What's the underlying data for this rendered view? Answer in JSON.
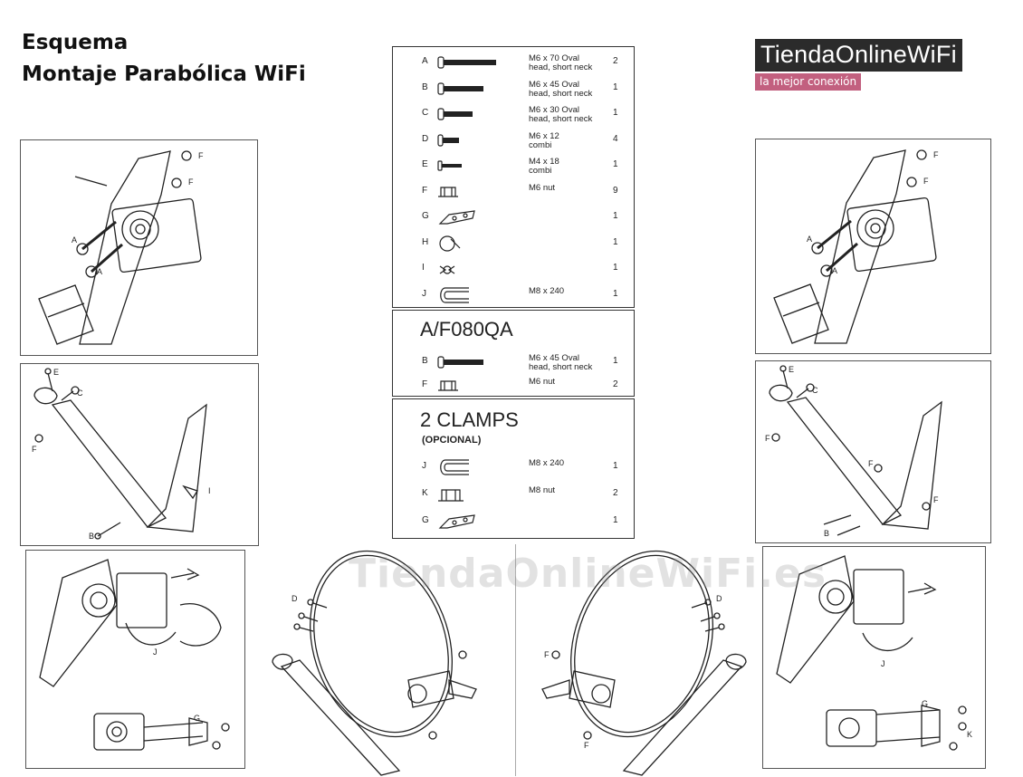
{
  "header": {
    "title_line1": "Esquema",
    "title_line2": "Montaje Parabólica WiFi"
  },
  "brand": {
    "name": "TiendaOnlineWiFi",
    "tagline": "la mejor conexión",
    "watermark": "TiendaOnlineWiFi.es",
    "colors": {
      "name_bg": "#2b2b2b",
      "tag_bg": "#c2607f"
    }
  },
  "parts_list": {
    "rows": [
      {
        "letter": "A",
        "spec": "M6 x 70 Oval\nhead, short neck",
        "qty": "2",
        "icon": "bolt-long-icon"
      },
      {
        "letter": "B",
        "spec": "M6 x 45 Oval\nhead, short neck",
        "qty": "1",
        "icon": "bolt-medium-icon"
      },
      {
        "letter": "C",
        "spec": "M6 x 30 Oval\nhead, short neck",
        "qty": "1",
        "icon": "bolt-short-icon"
      },
      {
        "letter": "D",
        "spec": "M6 x 12\ncombi",
        "qty": "4",
        "icon": "screw-combi-icon"
      },
      {
        "letter": "E",
        "spec": "M4 x 18\ncombi",
        "qty": "1",
        "icon": "screw-small-icon"
      },
      {
        "letter": "F",
        "spec": "M6 nut",
        "qty": "9",
        "icon": "nut-icon"
      },
      {
        "letter": "G",
        "spec": "",
        "qty": "1",
        "icon": "bracket-icon"
      },
      {
        "letter": "H",
        "spec": "",
        "qty": "1",
        "icon": "clamp-icon"
      },
      {
        "letter": "I",
        "spec": "",
        "qty": "1",
        "icon": "wing-nut-icon"
      },
      {
        "letter": "J",
        "spec": "M8 x 240",
        "qty": "1",
        "icon": "u-bolt-icon"
      }
    ]
  },
  "model_box": {
    "title": "A/F080QA",
    "rows": [
      {
        "letter": "B",
        "spec": "M6 x 45 Oval\nhead, short neck",
        "qty": "1",
        "icon": "bolt-medium-icon"
      },
      {
        "letter": "F",
        "spec": "M6 nut",
        "qty": "2",
        "icon": "nut-icon"
      }
    ]
  },
  "clamps_box": {
    "title": "2 CLAMPS",
    "subtitle": "(OPCIONAL)",
    "rows": [
      {
        "letter": "J",
        "spec": "M8 x 240",
        "qty": "1",
        "icon": "u-bolt-icon"
      },
      {
        "letter": "K",
        "spec": "M8 nut",
        "qty": "2",
        "icon": "nut-large-icon"
      },
      {
        "letter": "G",
        "spec": "",
        "qty": "1",
        "icon": "bracket-icon"
      }
    ]
  },
  "diagram_labels": {
    "f": "F",
    "a": "A",
    "e": "E",
    "c": "C",
    "i": "I",
    "b": "B",
    "j": "J",
    "g": "G",
    "d": "D",
    "k": "K"
  }
}
